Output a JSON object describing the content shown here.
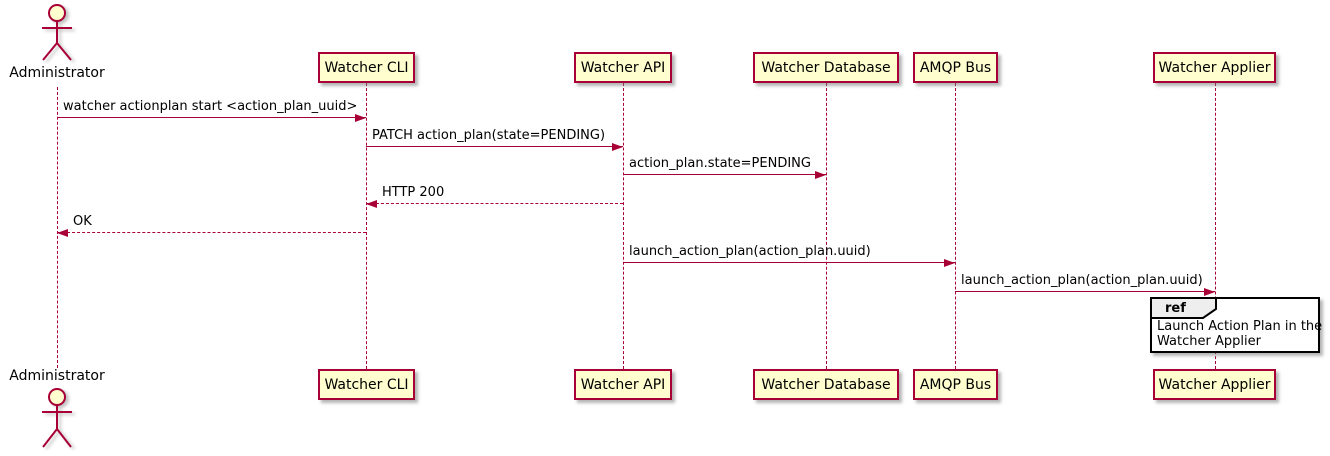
{
  "diagram": {
    "type": "uml-sequence",
    "colors": {
      "line": "#A80036",
      "participant_fill": "#FEFECE",
      "participant_border": "#A80036",
      "actor_head_fill": "#FEFECE",
      "text": "#000000",
      "ref_border": "#000000",
      "ref_tab_fill": "#EEEEEE",
      "background": "#FFFFFF"
    },
    "actor": {
      "name": "Administrator"
    },
    "participants": [
      {
        "label": "Watcher CLI"
      },
      {
        "label": "Watcher API"
      },
      {
        "label": "Watcher Database"
      },
      {
        "label": "AMQP Bus"
      },
      {
        "label": "Watcher Applier"
      }
    ],
    "messages": [
      {
        "from": "Administrator",
        "to": "Watcher CLI",
        "label": "watcher actionplan start <action_plan_uuid>",
        "line": "solid",
        "direction": "right"
      },
      {
        "from": "Watcher CLI",
        "to": "Watcher API",
        "label": "PATCH action_plan(state=PENDING)",
        "line": "solid",
        "direction": "right"
      },
      {
        "from": "Watcher API",
        "to": "Watcher Database",
        "label": "action_plan.state=PENDING",
        "line": "solid",
        "direction": "right"
      },
      {
        "from": "Watcher API",
        "to": "Watcher CLI",
        "label": "HTTP 200",
        "line": "dashed",
        "direction": "left"
      },
      {
        "from": "Watcher CLI",
        "to": "Administrator",
        "label": "OK",
        "line": "dashed",
        "direction": "left"
      },
      {
        "from": "Watcher API",
        "to": "AMQP Bus",
        "label": "launch_action_plan(action_plan.uuid)",
        "line": "solid",
        "direction": "right"
      },
      {
        "from": "AMQP Bus",
        "to": "Watcher Applier",
        "label": "launch_action_plan(action_plan.uuid)",
        "line": "solid",
        "direction": "right"
      }
    ],
    "ref": {
      "keyword": "ref",
      "line1": "Launch Action Plan in the",
      "line2": "Watcher Applier"
    }
  }
}
